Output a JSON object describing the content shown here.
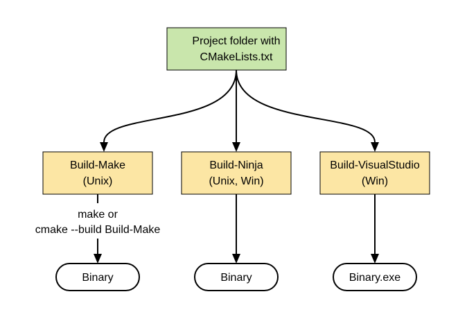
{
  "colors": {
    "root_fill": "#c9e6ac",
    "build_fill": "#fce6a4",
    "output_fill": "#ffffff",
    "line": "#000000"
  },
  "root": {
    "line1": "Project folder with",
    "line2": "CMakeLists.txt"
  },
  "builds": [
    {
      "line1": "Build-Make",
      "line2": "(Unix)"
    },
    {
      "line1": "Build-Ninja",
      "line2": "(Unix, Win)"
    },
    {
      "line1": "Build-VisualStudio",
      "line2": "(Win)"
    }
  ],
  "edge_labels": [
    {
      "line1": "make or",
      "line2": "cmake --build Build-Make"
    }
  ],
  "outputs": [
    {
      "label": "Binary"
    },
    {
      "label": "Binary"
    },
    {
      "label": "Binary.exe"
    }
  ]
}
